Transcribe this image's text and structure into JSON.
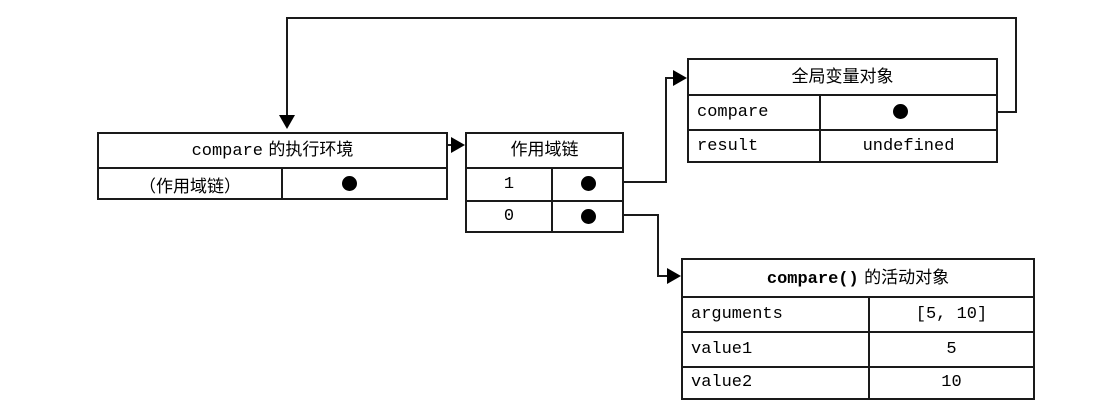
{
  "diagram": {
    "title": "JavaScript scope chain diagram",
    "colors": {
      "stroke": "#1a1a1a",
      "background": "#ffffff",
      "dot": "#000000"
    },
    "execution_context": {
      "header": "compare 的执行环境",
      "header_mono_part": "compare",
      "header_cjk_part": " 的执行环境",
      "rows": [
        {
          "label": "（作用域链）",
          "value_type": "pointer"
        }
      ]
    },
    "scope_chain": {
      "header": "作用域链",
      "rows": [
        {
          "index": "1",
          "value_type": "pointer"
        },
        {
          "index": "0",
          "value_type": "pointer"
        }
      ]
    },
    "global_variable_object": {
      "header": "全局变量对象",
      "rows": [
        {
          "name": "compare",
          "value": "",
          "value_type": "pointer"
        },
        {
          "name": "result",
          "value": "undefined",
          "value_type": "text"
        }
      ]
    },
    "activation_object": {
      "header_mono_part": "compare()",
      "header_cjk_part": " 的活动对象",
      "header": "compare() 的活动对象",
      "rows": [
        {
          "name": "arguments",
          "value": "[5, 10]"
        },
        {
          "name": "value1",
          "value": "5"
        },
        {
          "name": "value2",
          "value": "10"
        }
      ]
    },
    "connectors": [
      {
        "name": "exec-context-pointer-to-scope-chain",
        "from": "execution_context.row0.pointer",
        "to": "scope_chain.box"
      },
      {
        "name": "scope-chain-1-to-global-object",
        "from": "scope_chain.row1.pointer",
        "to": "global_variable_object.box"
      },
      {
        "name": "scope-chain-0-to-activation-object",
        "from": "scope_chain.row0.pointer",
        "to": "activation_object.box"
      },
      {
        "name": "global-compare-to-exec-context",
        "from": "global_variable_object.compare.pointer",
        "to": "execution_context.box"
      }
    ]
  }
}
